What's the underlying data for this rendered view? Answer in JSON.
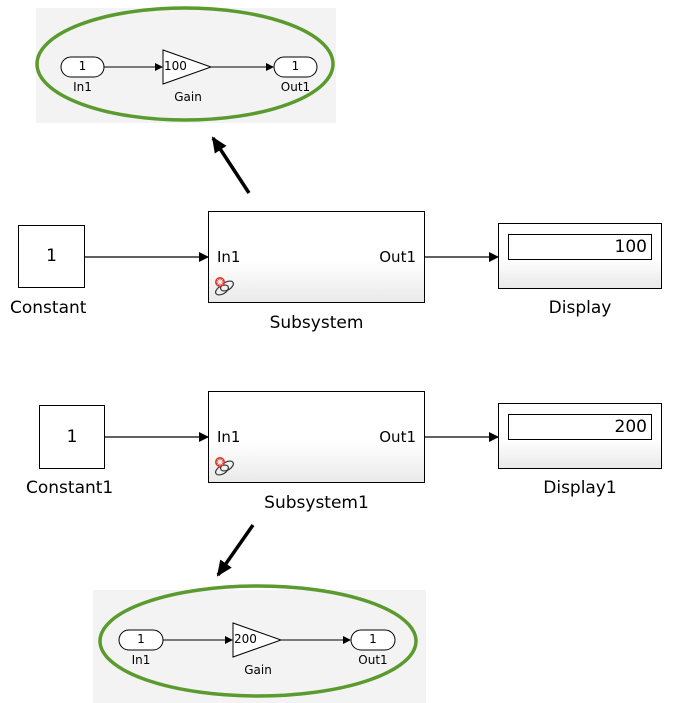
{
  "top_inset": {
    "in_port_value": "1",
    "in_port_label": "In1",
    "gain_value": "100",
    "gain_label": "Gain",
    "out_port_value": "1",
    "out_port_label": "Out1"
  },
  "row1": {
    "constant_value": "1",
    "constant_label": "Constant",
    "subsystem_in": "In1",
    "subsystem_out": "Out1",
    "subsystem_label": "Subsystem",
    "display_value": "100",
    "display_label": "Display"
  },
  "row2": {
    "constant_value": "1",
    "constant_label": "Constant1",
    "subsystem_in": "In1",
    "subsystem_out": "Out1",
    "subsystem_label": "Subsystem1",
    "display_value": "200",
    "display_label": "Display1"
  },
  "bottom_inset": {
    "in_port_value": "1",
    "in_port_label": "In1",
    "gain_value": "200",
    "gain_label": "Gain",
    "out_port_value": "1",
    "out_port_label": "Out1"
  },
  "colors": {
    "highlight_ellipse": "#5a9a2e",
    "inset_background": "#f3f3f3",
    "link_badge": "#d9342b"
  }
}
